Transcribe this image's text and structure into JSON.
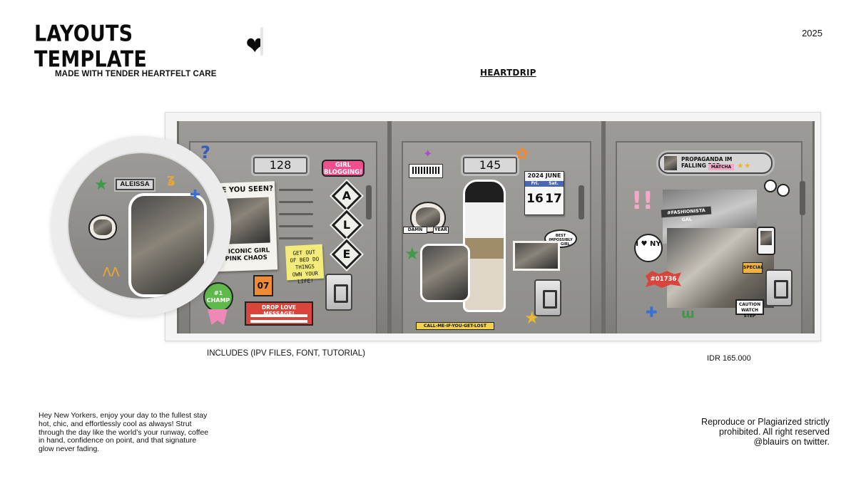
{
  "header": {
    "title": "LAYOUTS TEMPLATE",
    "title_icon": "heart-icon",
    "subtitle": "MADE WITH TENDER HEARTFELT CARE",
    "year": "2025"
  },
  "template": {
    "name": "HEARTDRIP"
  },
  "preview": {
    "zoom_name_tag": "ALEISSA",
    "locker_1": {
      "number": "128",
      "poster_title": "HAVE YOU SEEN?",
      "poster_caption": "THE ICONIC GIRL IN PINK CHAOS",
      "badge": "GIRL BLOGGING!",
      "letters": [
        "A",
        "L",
        "E"
      ],
      "note": "GET OUT OF BED DO THINGS OWN YOUR LIFE!",
      "tag_number": "07",
      "message_box": "DROP LOVE MESSAGE!",
      "ribbon": "#1 CHAMP"
    },
    "locker_2": {
      "number": "145",
      "calendar_title": "2024 JUNE",
      "calendar_days": [
        "Fri.",
        "Sat."
      ],
      "calendar_dates": [
        "16",
        "17"
      ],
      "speech": "BEST IMPOSSIBLY THE GIRL",
      "banner": "CALL-ME-IF-YOU-GET-LOST",
      "tags": [
        "DAMN",
        "YEAR"
      ]
    },
    "locker_3": {
      "plate": "PROPAGANDA IM FALLING FOR",
      "plate_tag": "MATCHA",
      "love_badge": "I ♥ NY",
      "hashtag": "#FASHIONISTA GAL",
      "burst": "#01736",
      "caution": "CAUTION WATCH STEP",
      "special": "SPECIAL"
    }
  },
  "info": {
    "includes": "INCLUDES (IPV FILES, FONT, TUTORIAL)",
    "price": "IDR 165.000",
    "blurb": "Hey New Yorkers, enjoy your day to the fullest stay hot, chic, and effortlessly cool as always! Strut through the day like the world’s your runway, coffee in hand, confidence on point, and that signature glow never fading.",
    "rights_line1": "Reproduce or Plagiarized strictly",
    "rights_line2": "prohibited. All right reserved",
    "rights_line3": "@blauirs on twitter."
  },
  "colors": {
    "locker_gray": "#8f8f8c",
    "accent_red": "#d9443b",
    "accent_pink": "#ef4f8d",
    "note_yellow": "#f3ec7a"
  }
}
